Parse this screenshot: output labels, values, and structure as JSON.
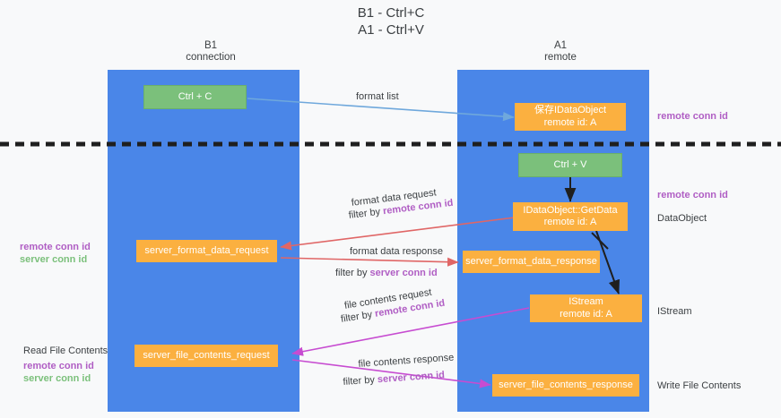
{
  "title": {
    "line1": "B1 - Ctrl+C",
    "line2": "A1 - Ctrl+V"
  },
  "columns": [
    {
      "id": "b1",
      "name": "B1",
      "role": "connection"
    },
    {
      "id": "a1",
      "name": "A1",
      "role": "remote"
    }
  ],
  "nodes": {
    "ctrl_c": {
      "label": "Ctrl + C"
    },
    "save_idataobject": {
      "line1": "保存IDataObject",
      "line2": "remote id: A"
    },
    "ctrl_v": {
      "label": "Ctrl + V"
    },
    "idataobject_getdata": {
      "line1": "IDataObject::GetData",
      "line2": "remote id: A"
    },
    "server_format_data_request": {
      "label": "server_format_data_request"
    },
    "server_format_data_response": {
      "label": "server_format_data_response"
    },
    "istream": {
      "line1": "IStream",
      "line2": "remote id: A"
    },
    "server_file_contents_request": {
      "label": "server_file_contents_request"
    },
    "server_file_contents_response": {
      "label": "server_file_contents_response"
    }
  },
  "edge_labels": {
    "format_list": "format list",
    "format_data_request": "format data request",
    "format_data_request_filter_prefix": "filter by ",
    "format_data_request_filter_key": "remote conn id",
    "format_data_response": "format data response",
    "format_data_response_filter_prefix": "filter by ",
    "format_data_response_filter_key": "server conn id",
    "file_contents_request": "file contents request",
    "file_contents_request_filter_prefix": "filter by ",
    "file_contents_request_filter_key": "remote conn id",
    "file_contents_response": "file contents response",
    "file_contents_response_filter_prefix": "filter by ",
    "file_contents_response_filter_key": "server conn id"
  },
  "side_labels": {
    "right_top_remote_conn_id": "remote conn id",
    "right_mid_remote_conn_id": "remote conn id",
    "dataobject": "DataObject",
    "istream": "IStream",
    "write_file_contents": "Write File Contents",
    "left_mid_remote_conn_id": "remote conn id",
    "left_mid_server_conn_id": "server conn id",
    "read_file_contents": "Read File Contents",
    "left_bot_remote_conn_id": "remote conn id",
    "left_bot_server_conn_id": "server conn id"
  },
  "colors": {
    "lane": "#4a86e8",
    "node_green": "#7bc07b",
    "node_orange": "#fbb040",
    "text_purple": "#b05ec4",
    "text_green": "#7bc07b",
    "arrow_blue": "#6fa8dc",
    "arrow_red": "#e06666",
    "arrow_magenta": "#c74cd1",
    "arrow_black": "#1f1f1f",
    "background": "#f8f9fa"
  }
}
